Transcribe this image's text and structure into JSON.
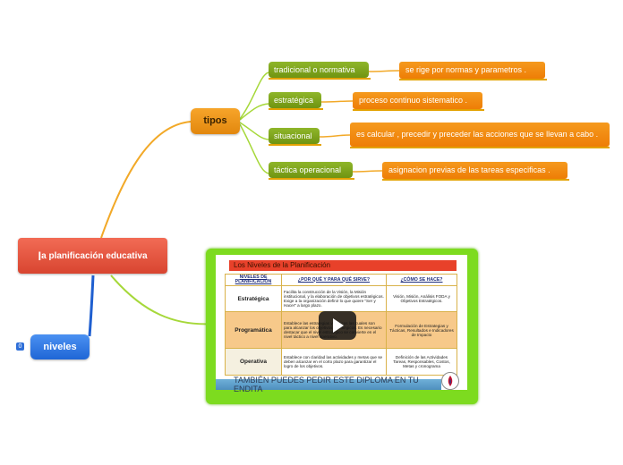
{
  "central": {
    "label_initial": "l",
    "label_rest": "a planificación educativa"
  },
  "tipos": {
    "label": "tipos"
  },
  "niveles": {
    "label": "niveles",
    "badge": "0"
  },
  "branches": [
    {
      "label": "tradicional o normativa",
      "detail": "se rige por normas y parametros ."
    },
    {
      "label": "estratégica",
      "detail": "proceso continuo sistematico ."
    },
    {
      "label": "situacional",
      "detail": "es calcular , precedir y preceder las acciones que se llevan a cabo ."
    },
    {
      "label": "táctica operacional",
      "detail": "asignacion previas de las tareas especificas ."
    }
  ],
  "video": {
    "slide_title": "Los Niveles de la Planificación",
    "headers": [
      "NIVELES DE PLANIFICACIÓN",
      "¿POR QUÉ Y PARA QUÉ SIRVE?",
      "¿CÓMO SE HACE?"
    ],
    "rows": [
      {
        "level": "Estratégica",
        "why": "Facilita la construcción de la Visión, la Misión institucional, y la elaboración de objetivos estratégicos. Exige a la organización definir lo que quiere \"Ser y Hacer\" a largo plazo.",
        "how": "Visión, Misión, Análisis FODA y Objetivos Estratégicos."
      },
      {
        "level": "Programática",
        "why": "Establece las estrategias y tácticas las cuales son para alcanzar los objetivos estratégicos. Es necesario destacar que el nivel estratégico se convierte en el nivel táctico a nivel operativo.",
        "how": "Formulación de Estrategias y Tácticas, Resultados e Indicadores de Impacto"
      },
      {
        "level": "Operativa",
        "why": "Establece con claridad las actividades y metas que se deben alcanzar en el corto plazo para garantizar el logro de los objetivos.",
        "how": "Definición de las Actividades Tareas, Responsables, Costos, Metas y cronograma"
      }
    ],
    "banner": "TAMBIÉN PUEDES PEDIR ESTE DIPLOMA EN TU ENDITA"
  },
  "colors": {
    "orange": "#f08a0e",
    "green": "#7aa51d",
    "red": "#e04b36",
    "blue": "#2a74e0",
    "frame": "#7ddb1f",
    "link_orange": "#f2a928",
    "link_green": "#a6d83a",
    "link_blue": "#1f5fd0",
    "underline": "#e3a200"
  }
}
